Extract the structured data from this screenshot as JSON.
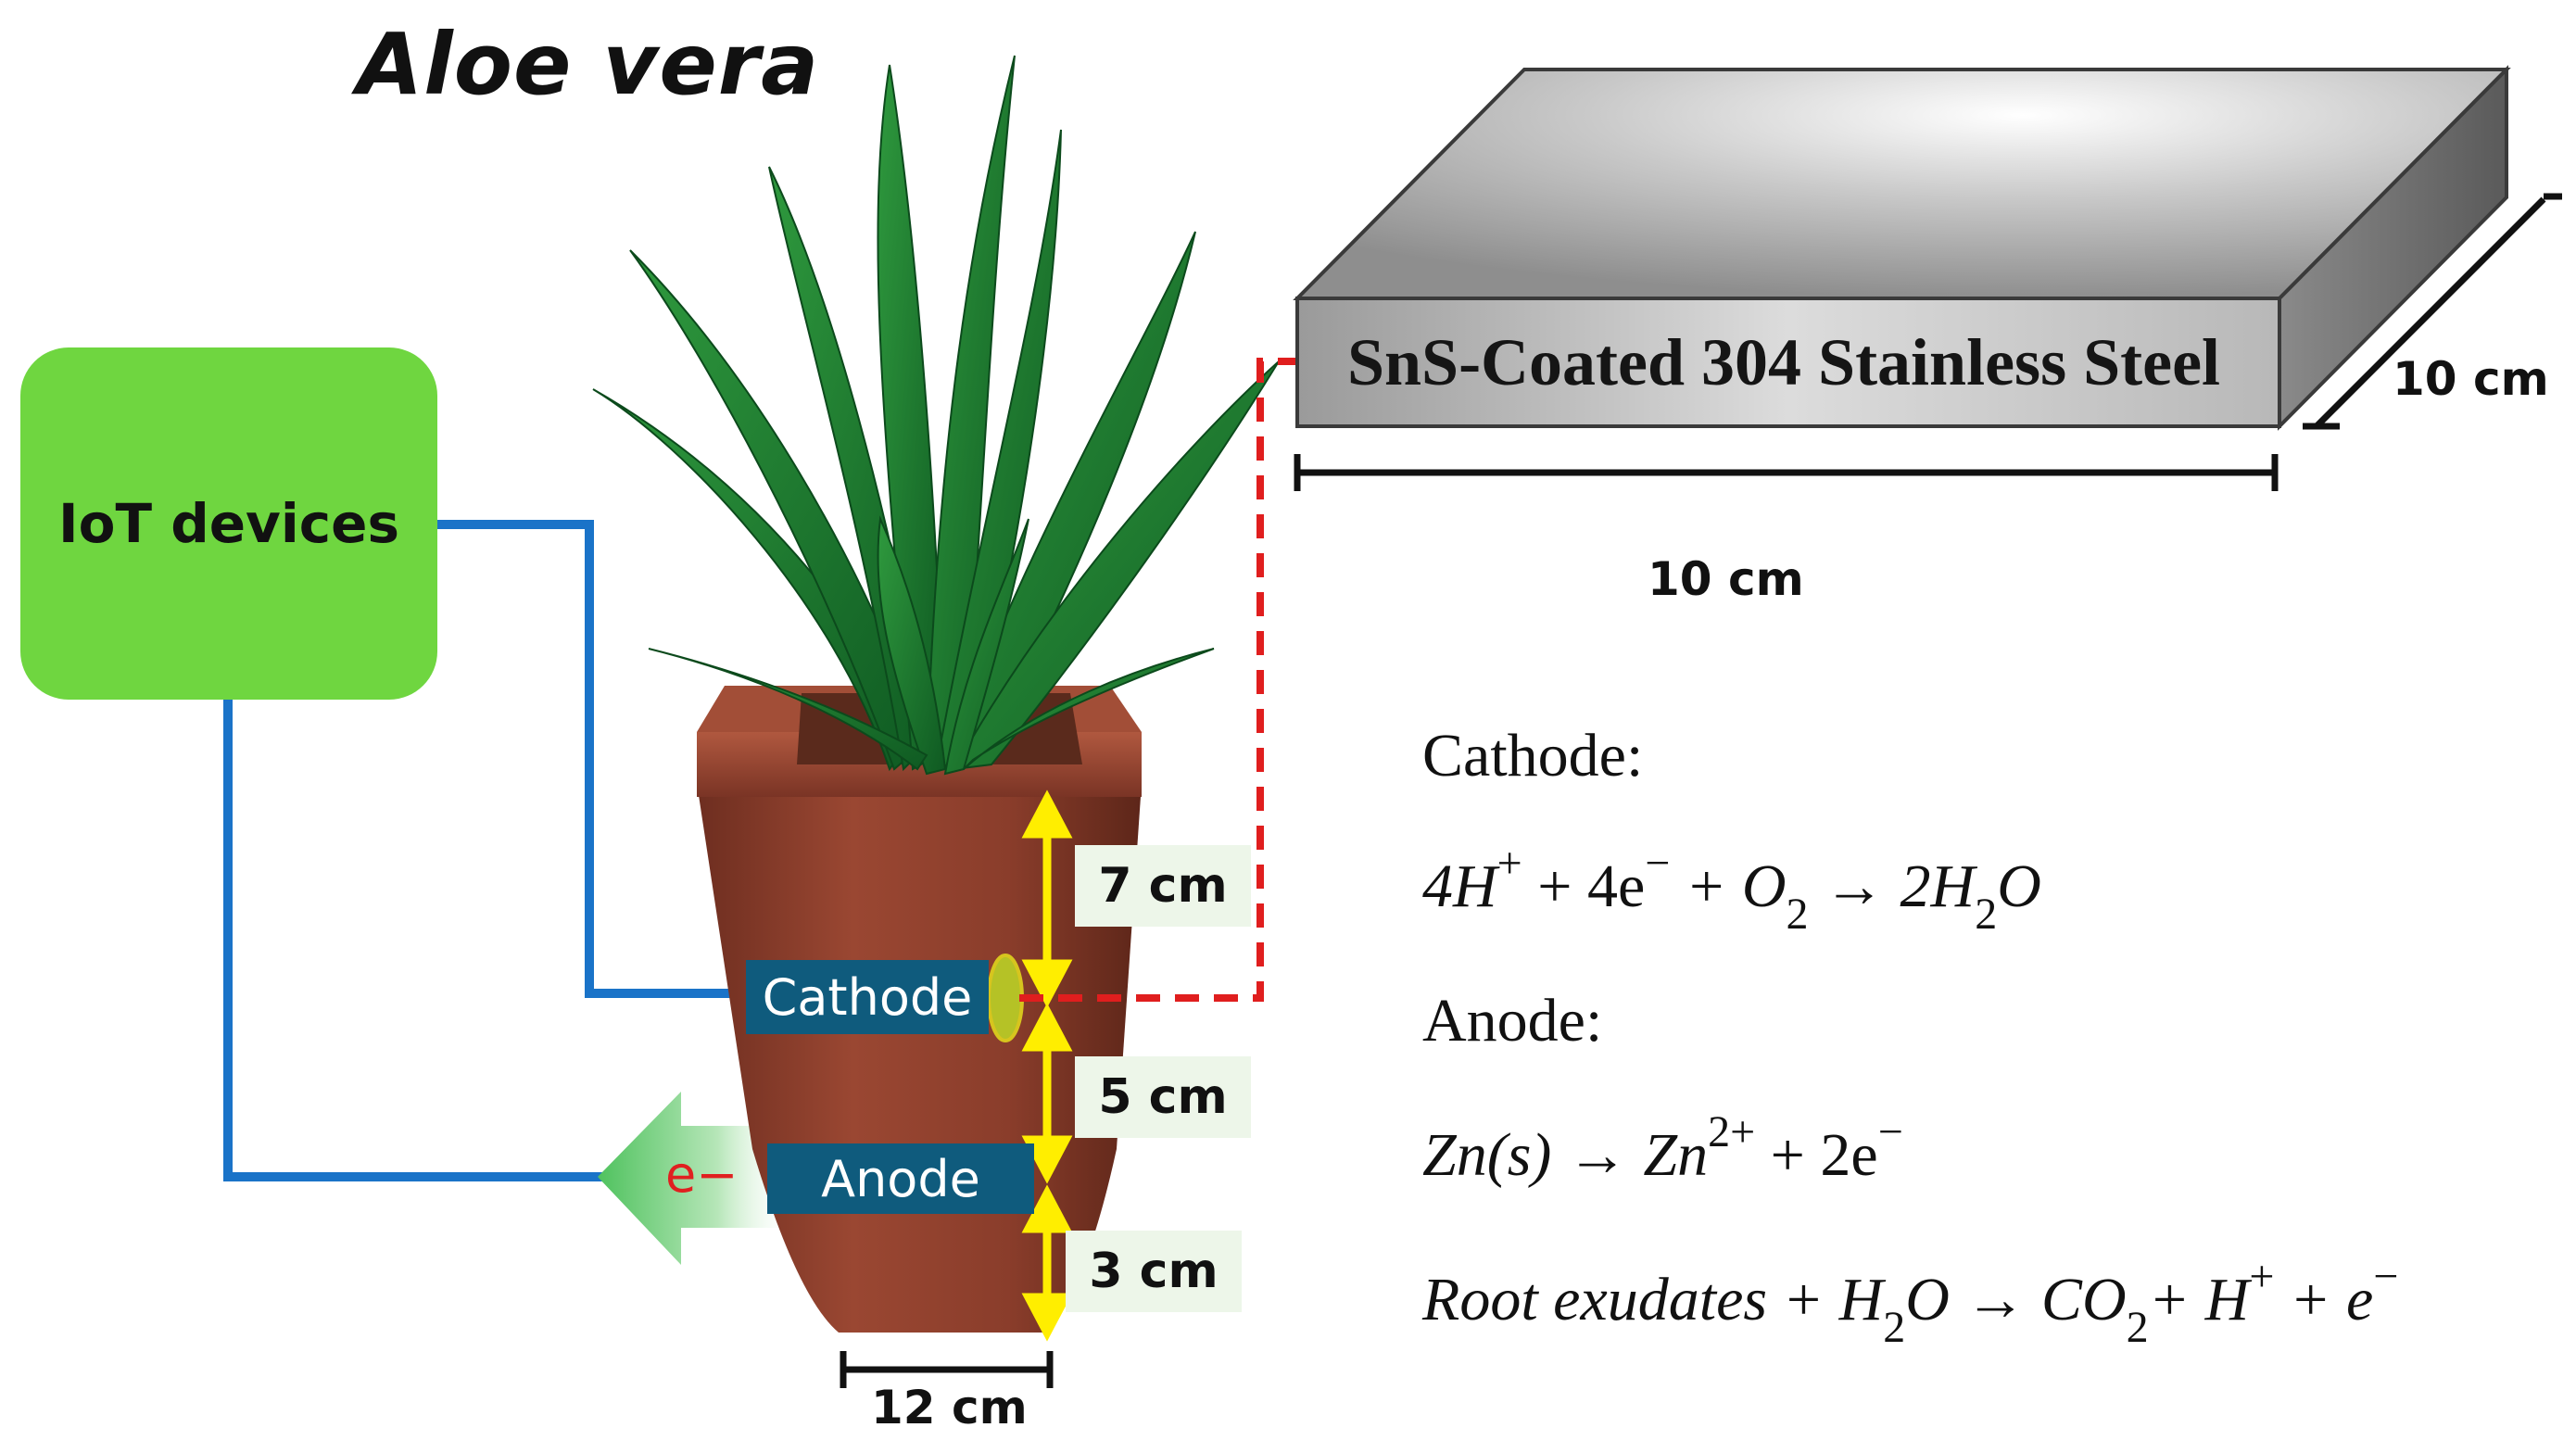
{
  "title": "Aloe vera",
  "iot_label": "IoT devices",
  "electrode_labels": {
    "cathode": "Cathode",
    "anode": "Anode"
  },
  "electron_label": "e−",
  "pot_dimensions": {
    "top_section": "7 cm",
    "middle_section": "5 cm",
    "bottom_section": "3 cm",
    "base_width": "12 cm"
  },
  "steel": {
    "label": "SnS-Coated 304 Stainless Steel",
    "width": "10 cm",
    "depth": "10 cm"
  },
  "equations": {
    "cathode_heading": "Cathode:",
    "cathode": {
      "lhs1": "4H",
      "sup1": "+",
      "mid1": " + 4e",
      "sup2": "−",
      "mid2": " + O",
      "sub1": "2",
      "arrow": " → 2H",
      "sub2": "2",
      "end": "O"
    },
    "anode_heading": "Anode:",
    "anode": {
      "p1": "Zn",
      "p2": "(s)",
      "arrow": " → Zn",
      "sup1": "2+",
      "end": " + 2e",
      "sup2": "−"
    },
    "root": {
      "p1": "Root exudates",
      "p2": " + H",
      "sub1": "2",
      "p3": "O → CO",
      "sub2": "2",
      "p4": "+ H",
      "sup1": "+",
      "p5": " + e",
      "sup2": "−"
    }
  },
  "colors": {
    "iot_box": "#6fd640",
    "wire": "#1a73c8",
    "electrode_tag": "#0f5b7d",
    "dimension_arrow": "#ffee00",
    "dashed_link": "#e01e1e",
    "pot": "#8a3d2b"
  }
}
